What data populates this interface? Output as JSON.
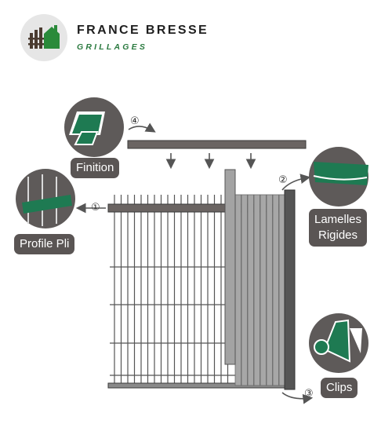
{
  "brand": {
    "name": "FRANCE BRESSE",
    "tagline": "GRILLAGES"
  },
  "labels": {
    "finition": "Finition",
    "profile_pli": "Profile Pli",
    "lamelles_line1": "Lamelles",
    "lamelles_line2": "Rigides",
    "clips": "Clips"
  },
  "markers": {
    "m1": "①",
    "m2": "②",
    "m3": "③",
    "m4": "④"
  },
  "colors": {
    "label_bg": "#5a5554",
    "label_text": "#ffffff",
    "accent_green": "#1e7a52",
    "brand_green": "#2a7a3f",
    "fence_dark": "#5c5c5c",
    "slat_grey": "#a7a7a7"
  },
  "icons": [
    "fence-logo-icon",
    "finition-part-icon",
    "profile-pli-part-icon",
    "lamelles-part-icon",
    "clips-part-icon",
    "arrow-down-icon"
  ]
}
